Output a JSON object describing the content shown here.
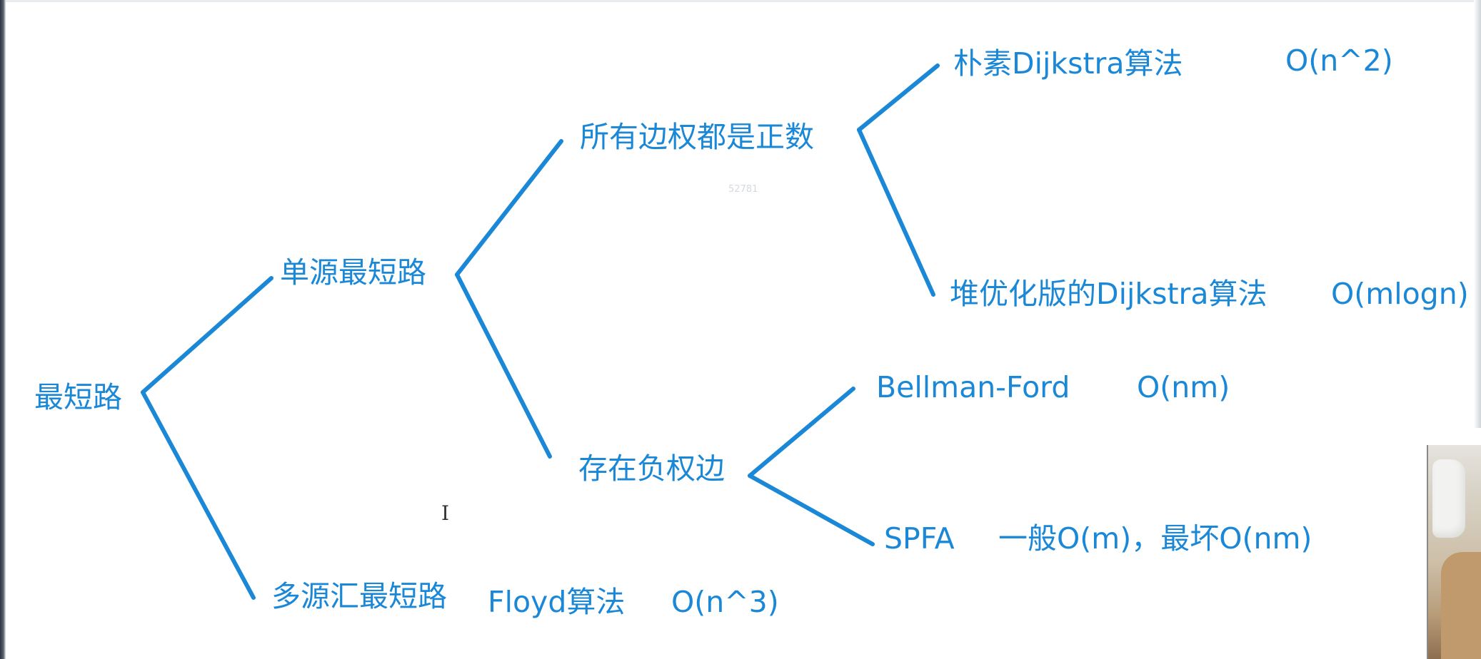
{
  "diagram": {
    "root": "最短路",
    "single_source": "单源最短路",
    "multi_source": "多源汇最短路",
    "all_positive": "所有边权都是正数",
    "has_negative": "存在负权边",
    "naive_dijkstra": "朴素Dijkstra算法",
    "naive_dijkstra_complexity": "O(n^2)",
    "heap_dijkstra": "堆优化版的Dijkstra算法",
    "heap_dijkstra_complexity": "O(mlogn)",
    "bellman_ford": "Bellman-Ford",
    "bellman_ford_complexity": "O(nm)",
    "spfa": "SPFA",
    "spfa_complexity": "一般O(m)，最坏O(nm)",
    "floyd": "Floyd算法",
    "floyd_complexity": "O(n^3)"
  },
  "watermark": "52781",
  "cursor_glyph": "I",
  "colors": {
    "line": "#1a88d6",
    "text": "#1a88d6"
  }
}
